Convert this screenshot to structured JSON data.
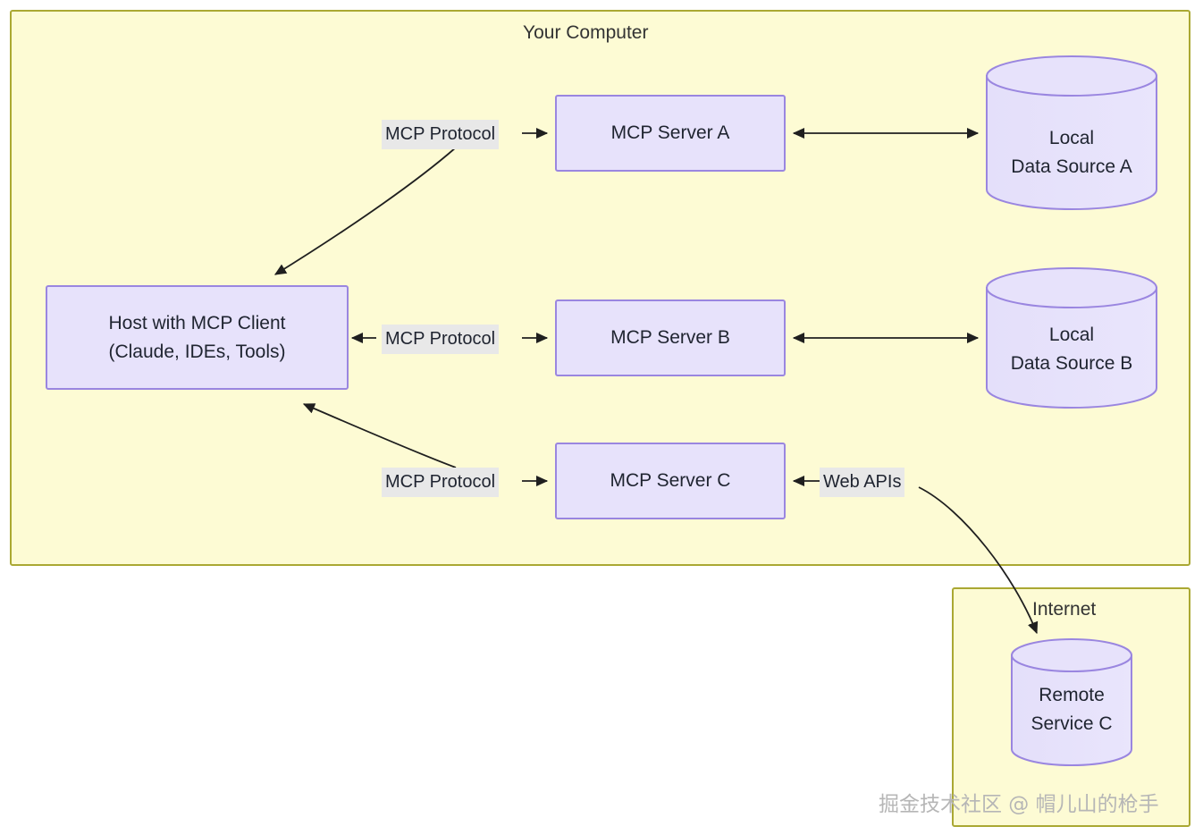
{
  "diagram": {
    "type": "architecture-flowchart",
    "clusters": [
      {
        "id": "your-computer",
        "title": "Your Computer"
      },
      {
        "id": "internet",
        "title": "Internet"
      }
    ],
    "nodes": [
      {
        "id": "host",
        "shape": "rect",
        "line1": "Host with MCP Client",
        "line2": "(Claude, IDEs, Tools)"
      },
      {
        "id": "server-a",
        "shape": "rect",
        "line1": "MCP Server A",
        "line2": ""
      },
      {
        "id": "server-b",
        "shape": "rect",
        "line1": "MCP Server B",
        "line2": ""
      },
      {
        "id": "server-c",
        "shape": "rect",
        "line1": "MCP Server C",
        "line2": ""
      },
      {
        "id": "data-a",
        "shape": "cylinder",
        "line1": "Local",
        "line2": "Data Source A"
      },
      {
        "id": "data-b",
        "shape": "cylinder",
        "line1": "Local",
        "line2": "Data Source B"
      },
      {
        "id": "remote-c",
        "shape": "cylinder",
        "line1": "Remote",
        "line2": "Service C"
      }
    ],
    "edge_labels": [
      {
        "id": "edge-label-a",
        "text": "MCP Protocol"
      },
      {
        "id": "edge-label-b",
        "text": "MCP Protocol"
      },
      {
        "id": "edge-label-c",
        "text": "MCP Protocol"
      },
      {
        "id": "edge-label-web-apis",
        "text": "Web APIs"
      }
    ],
    "watermark": "掘金技术社区 @ 帽儿山的枪手",
    "colors": {
      "cluster_fill": "#fdfbd4",
      "cluster_stroke": "#aaa833",
      "node_fill": "#e7e2fb",
      "node_stroke": "#9a86e0",
      "edge_stroke": "#1f1f1f",
      "label_bg": "#e8e8e8",
      "text": "#1f2430",
      "watermark": "#b6b6b6"
    }
  }
}
